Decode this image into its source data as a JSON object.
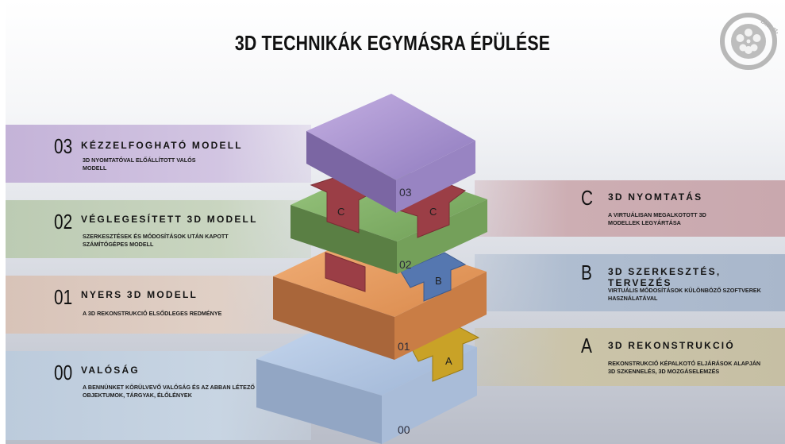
{
  "title": "3D TECHNIKÁK EGYMÁSRA ÉPÜLÉSE",
  "logo_text": "BME 3D",
  "left_items": [
    {
      "num": "03",
      "title": "KÉZZELFOGHATÓ MODELL",
      "desc_line1": "3D NYOMTATÓVAL ELŐÁLLÍTOTT VALÓS",
      "desc_line2": "MODELL",
      "color": "#bfaed3"
    },
    {
      "num": "02",
      "title": "VÉGLEGESÍTETT 3D MODELL",
      "desc_line1": "SZERKESZTÉSEK ÉS MÓDOSÍTÁSOK UTÁN KAPOTT",
      "desc_line2": "SZÁMÍTÓGÉPES MODELL",
      "color": "#bac9b2"
    },
    {
      "num": "01",
      "title": "NYERS 3D MODELL",
      "desc_line1": "A 3D REKONSTRUKCIÓ ELSŐDLEGES REDMÉNYE",
      "desc_line2": "",
      "color": "#d6c1b6"
    },
    {
      "num": "00",
      "title": "VALÓSÁG",
      "desc_line1": "A BENNÜNKET KÖRÜLVEVŐ VALÓSÁG ÉS AZ ABBAN LÉTEZŐ",
      "desc_line2": "OBJEKTUMOK, TÁRGYAK, ÉLŐLÉNYEK",
      "color": "#b9c8d9"
    }
  ],
  "right_items": [
    {
      "letter": "C",
      "title": "3D NYOMTATÁS",
      "desc_line1": "A VIRTUÁLISAN MEGALKOTOTT 3D",
      "desc_line2": "MODELLEK LEGYÁRTÁSA",
      "color": "#c9aab0"
    },
    {
      "letter": "B",
      "title": "3D SZERKESZTÉS, TERVEZÉS",
      "desc_line1": "VIRTUÁLIS MÓDOSÍTÁSOK KÜLÖNBÖZŐ SZOFTVEREK",
      "desc_line2": "HASZNÁLATÁVAL",
      "color": "#aab8cc"
    },
    {
      "letter": "A",
      "title": "3D REKONSTRUKCIÓ",
      "desc_line1": "REKONSTRUKCIÓ KÉPALKOTÓ ELJÁRÁSOK ALAPJÁN",
      "desc_line2": "3D SZKENNELÉS, 3D MOZGÁSELEMZÉS",
      "color": "#c7c0a6"
    }
  ],
  "layers": [
    {
      "label": "00",
      "top": "#b7cbe6",
      "left": "#95a8c6",
      "right": "#a6b9d6"
    },
    {
      "label": "01",
      "top": "#e9a36a",
      "left": "#b06a3a",
      "right": "#cd824a"
    },
    {
      "label": "02",
      "top": "#8fba75",
      "left": "#5c8245",
      "right": "#76a05b"
    },
    {
      "label": "03",
      "top": "#b69fd8",
      "left": "#7e6aa6",
      "right": "#9a86c3"
    }
  ],
  "arrows": [
    {
      "letter": "A",
      "color": "#c9a227"
    },
    {
      "letter": "B",
      "color": "#5577b0"
    },
    {
      "letter": "C",
      "color": "#9b3e46"
    },
    {
      "letter": "C",
      "color": "#9b3e46"
    }
  ]
}
